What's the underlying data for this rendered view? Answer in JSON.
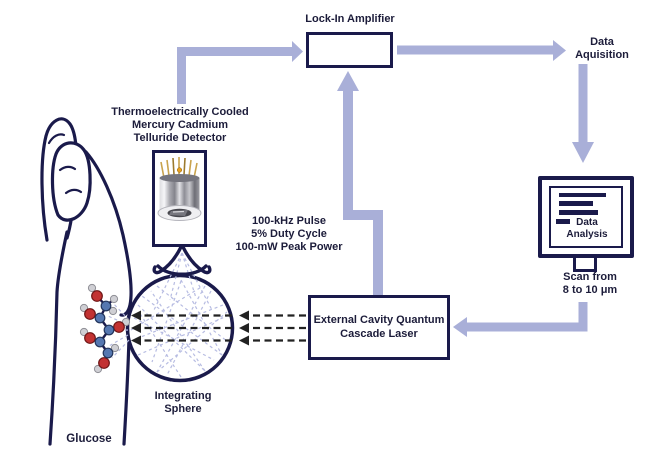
{
  "nodes": {
    "lock_in_amplifier": {
      "label": "Lock-In Amplifier"
    },
    "data_acquisition": {
      "label": "Data\nAquisition"
    },
    "detector": {
      "label": "Thermoelectrically Cooled\nMercury Cadmium\nTelluride Detector"
    },
    "laser": {
      "label": "External Cavity Quantum\nCascade Laser",
      "pulse_info": "100-kHz Pulse\n5% Duty Cycle\n100-mW Peak Power"
    },
    "data_analysis": {
      "label": "Data\nAnalysis",
      "scan_range": "Scan from\n8 to 10 μm"
    },
    "integrating_sphere": {
      "label": "Integrating\nSphere"
    },
    "sample": {
      "label": "Glucose"
    }
  },
  "colors": {
    "arrow_fill": "#a9afd8",
    "outline_navy": "#1a1a4b",
    "text": "#1c1c3a",
    "scatter_ray": "#b7bce2",
    "beam_dash": "#222222",
    "atom_carbon_blue": "#5577b0",
    "atom_oxygen_red": "#c23232",
    "atom_hydrogen_gray": "#cfcfd4",
    "detector_pin_gold": "#c9a34d"
  }
}
